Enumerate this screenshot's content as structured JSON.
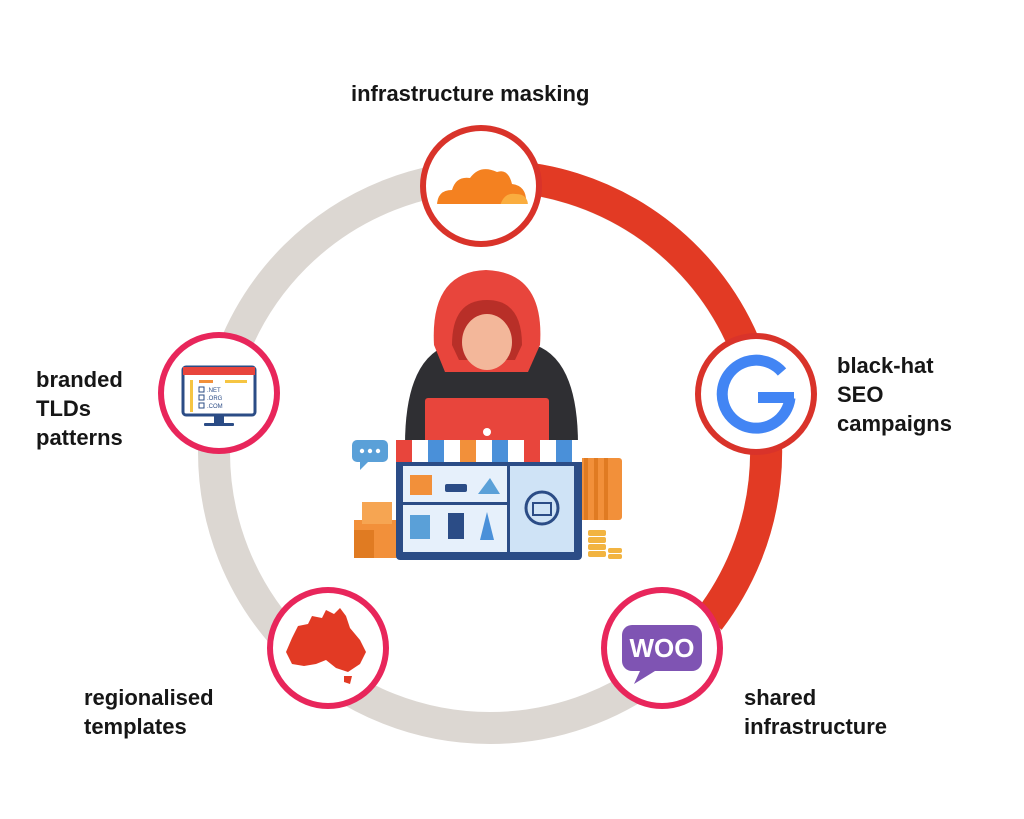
{
  "diagram": {
    "nodes": [
      {
        "id": "top",
        "lines": [
          "infrastructure masking"
        ],
        "icon": "cloudflare-cloud-icon"
      },
      {
        "id": "right",
        "lines": [
          "black-hat",
          "SEO",
          "campaigns"
        ],
        "icon": "google-g-icon"
      },
      {
        "id": "bottom-right",
        "lines": [
          "shared",
          "infrastructure"
        ],
        "icon": "woocommerce-icon"
      },
      {
        "id": "bottom-left",
        "lines": [
          "regionalised",
          "templates"
        ],
        "icon": "australia-map-icon"
      },
      {
        "id": "left",
        "lines": [
          "branded",
          "TLDs",
          "patterns"
        ],
        "icon": "domain-monitor-icon"
      }
    ],
    "monitor_domains": [
      ".NET",
      ".ORG",
      ".COM"
    ],
    "woo_text": "WOO",
    "center_icon": "hooded-hacker-storefront-icon"
  },
  "colors": {
    "ring_gray": "#dcd7d2",
    "ring_red": "#e23a24",
    "node_border_red": "#d9332a",
    "node_border_pink": "#e8265b",
    "cloud_orange": "#f48120",
    "woo_purple": "#7f54b3",
    "google_blue": "#4285f4",
    "hood_red": "#e8453c"
  }
}
